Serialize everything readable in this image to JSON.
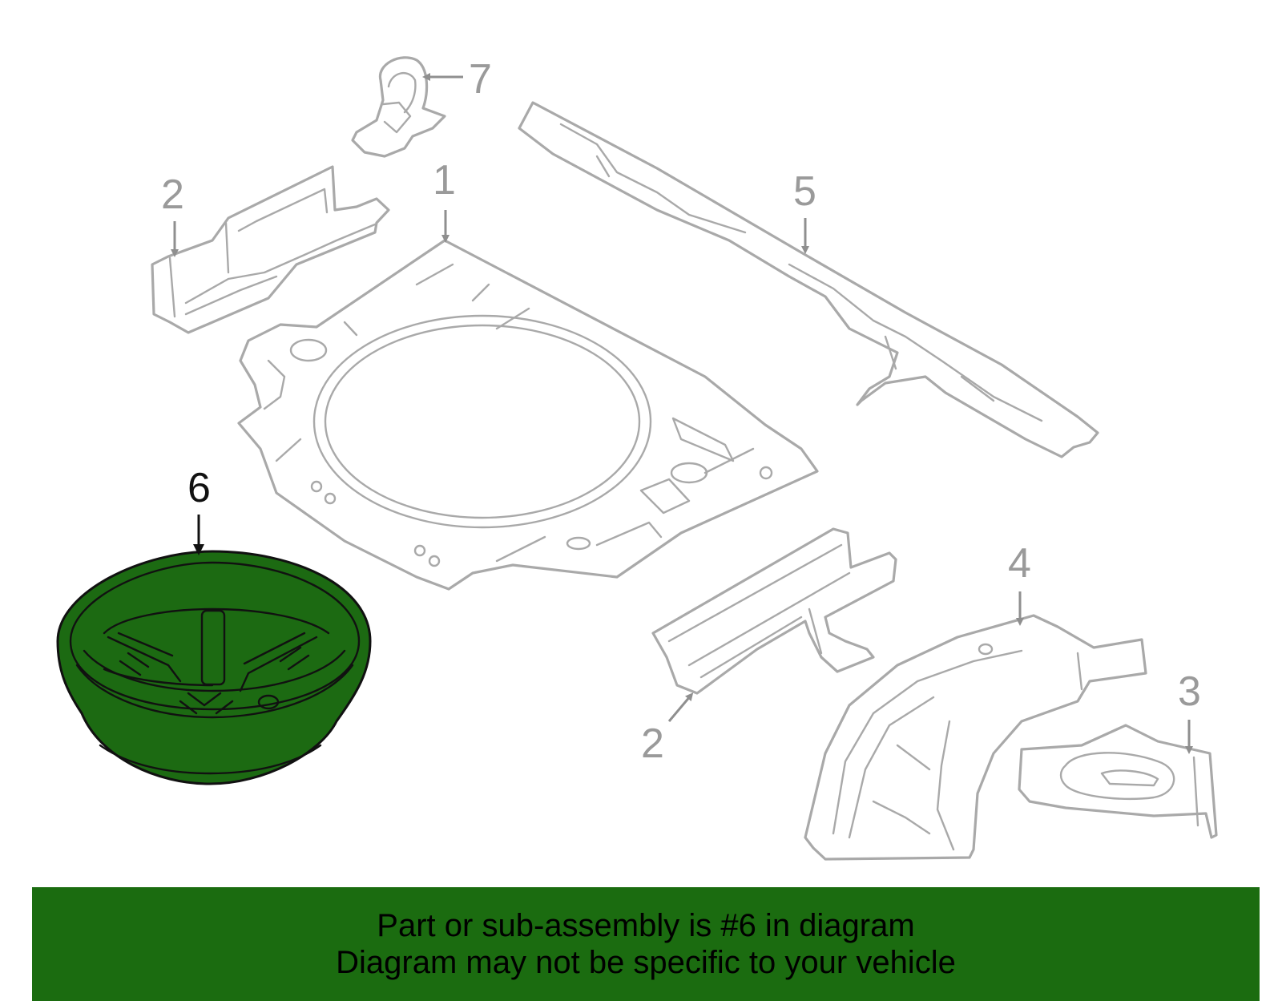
{
  "callouts": {
    "c1": "1",
    "c2a": "2",
    "c2b": "2",
    "c3": "3",
    "c4": "4",
    "c5": "5",
    "c6": "6",
    "c7": "7"
  },
  "highlighted_part": "6",
  "colors": {
    "highlight_fill": "#1c6a12",
    "banner_background": "#1b6c10",
    "inactive_part_stroke": "#a9a9a9",
    "callout_text": "#9a9a9a",
    "active_callout_text": "#111111"
  },
  "banner": {
    "line1": "Part or sub-assembly is #6 in diagram",
    "line2": "Diagram may not be specific to your vehicle"
  }
}
